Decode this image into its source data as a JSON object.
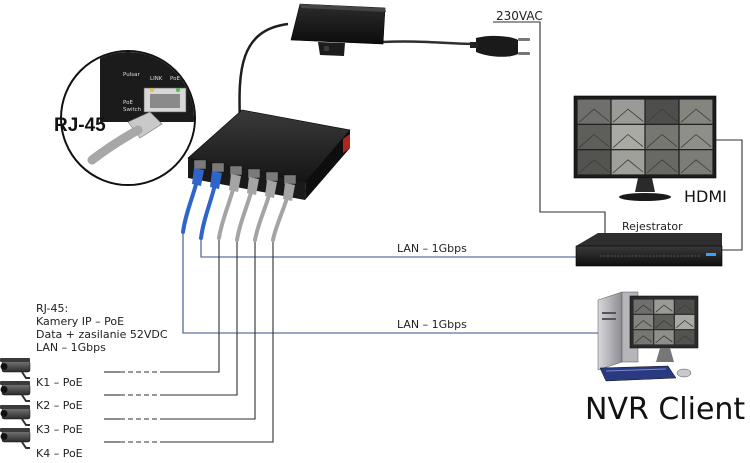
{
  "power": {
    "label": "230VAC"
  },
  "zoom": {
    "label": "RJ-45",
    "brand": "Pulsar",
    "switch_text": "PoE Switch",
    "link_text": "LINK",
    "poe_text": "PoE"
  },
  "nvr": {
    "label": "Rejestrator",
    "hdmi_label": "HDMI"
  },
  "links": {
    "nvr_link": "LAN – 1Gbps",
    "client_link": "LAN – 1Gbps"
  },
  "client": {
    "label": "NVR Client"
  },
  "legend": {
    "line1": "RJ-45:",
    "line2": "Kamery IP – PoE",
    "line3": "Data + zasilanie 52VDC",
    "line4": "LAN – 1Gbps"
  },
  "cameras": [
    {
      "label": "K1 – PoE"
    },
    {
      "label": "K2 – PoE"
    },
    {
      "label": "K3 – PoE"
    },
    {
      "label": "K4 – PoE"
    }
  ],
  "colors": {
    "lan": "#3a4c8c",
    "cable": "#2f2f2f",
    "blue_plug": "#2f64c8",
    "grey_plug": "#a4a4a4"
  }
}
